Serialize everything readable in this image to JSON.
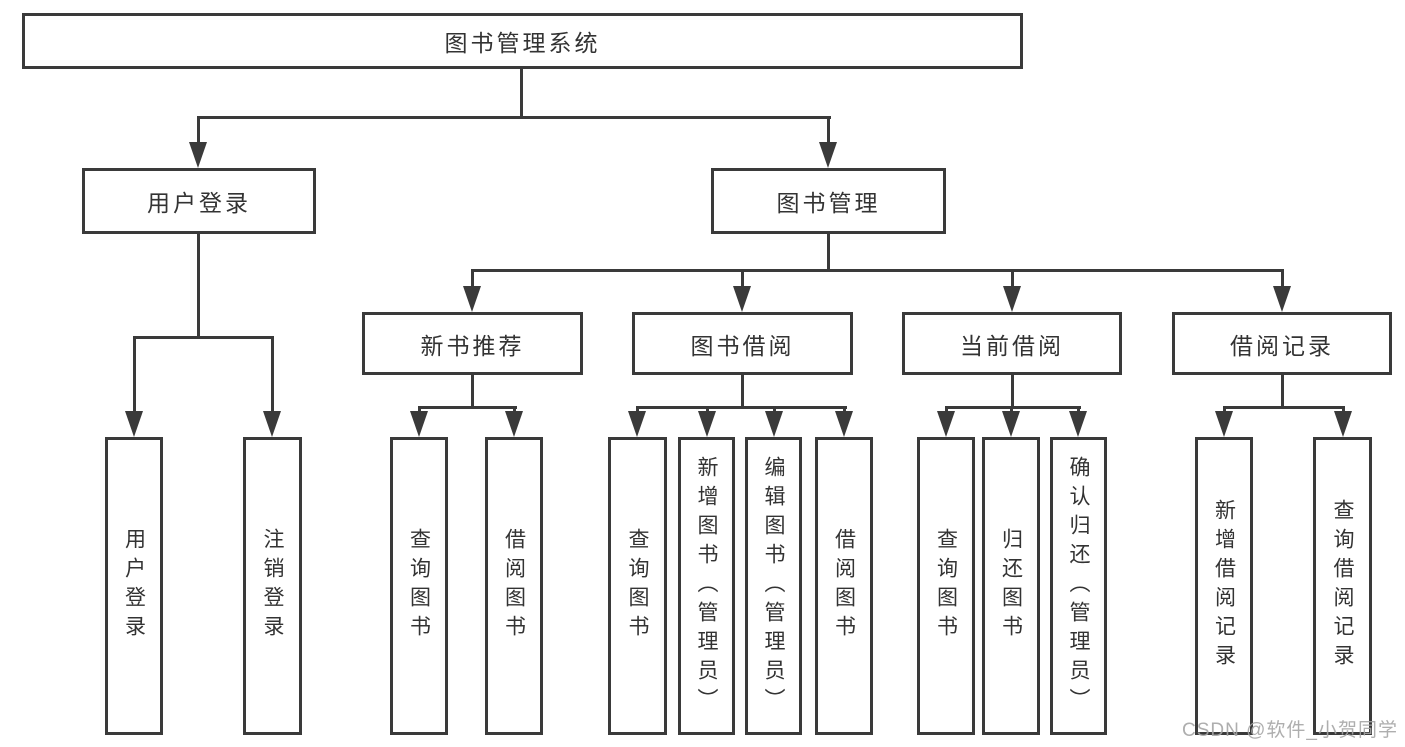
{
  "tree": {
    "root": {
      "label": "图书管理系统",
      "children": [
        {
          "label": "用户登录",
          "children": [
            {
              "label": "用户登录"
            },
            {
              "label": "注销登录"
            }
          ]
        },
        {
          "label": "图书管理",
          "children": [
            {
              "label": "新书推荐",
              "children": [
                {
                  "label": "查询图书"
                },
                {
                  "label": "借阅图书"
                }
              ]
            },
            {
              "label": "图书借阅",
              "children": [
                {
                  "label": "查询图书"
                },
                {
                  "label": "新增图书（管理员）"
                },
                {
                  "label": "编辑图书（管理员）"
                },
                {
                  "label": "借阅图书"
                }
              ]
            },
            {
              "label": "当前借阅",
              "children": [
                {
                  "label": "查询图书"
                },
                {
                  "label": "归还图书"
                },
                {
                  "label": "确认归还（管理员）"
                }
              ]
            },
            {
              "label": "借阅记录",
              "children": [
                {
                  "label": "新增借阅记录"
                },
                {
                  "label": "查询借阅记录"
                }
              ]
            }
          ]
        }
      ]
    }
  },
  "watermark": {
    "text": "CSDN @软件_小贺同学"
  },
  "colors": {
    "line": "#3a3a3a",
    "text": "#333333",
    "watermark": "#aaaaaa",
    "background": "#ffffff"
  }
}
